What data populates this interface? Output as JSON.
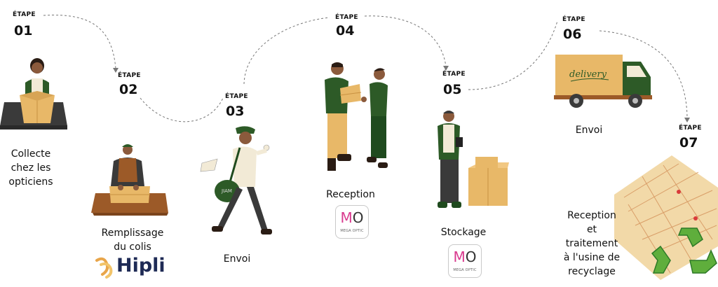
{
  "steps": [
    {
      "label": "ÉTAPE",
      "number": "01",
      "caption_lines": [
        "Collecte",
        "chez les",
        "opticiens"
      ]
    },
    {
      "label": "ÉTAPE",
      "number": "02",
      "caption_lines": [
        "Remplissage",
        "du colis"
      ],
      "logo": "hipli-logo"
    },
    {
      "label": "ÉTAPE",
      "number": "03",
      "caption_lines": [
        "Envoi"
      ]
    },
    {
      "label": "ÉTAPE",
      "number": "04",
      "caption_lines": [
        "Reception"
      ],
      "logo": "mega-optic-logo"
    },
    {
      "label": "ÉTAPE",
      "number": "05",
      "caption_lines": [
        "Stockage"
      ],
      "logo": "mega-optic-logo"
    },
    {
      "label": "ÉTAPE",
      "number": "06",
      "caption_lines": [
        "Envoi"
      ]
    },
    {
      "label": "ÉTAPE",
      "number": "07",
      "caption_lines": [
        "Reception",
        "et",
        "traitement",
        "à l'usine de",
        "recyclage"
      ]
    }
  ],
  "hipli_logo": {
    "text": "Hipli"
  },
  "mega_optic_logo": {
    "mark_m": "M",
    "mark_o": "O",
    "text": "MEGA OPTIC"
  },
  "truck_text": "delivery",
  "bag_text": "JIAM",
  "colors": {
    "box": "#E8B868",
    "green": "#2D5A27",
    "dark_green": "#1F4A1E",
    "skin": "#8B5A3C",
    "brown": "#9C5A28",
    "gray": "#3A3A3A",
    "pink": "#D93A8E",
    "hipli_navy": "#1E2A55",
    "recycle_green": "#5FAE3C"
  }
}
